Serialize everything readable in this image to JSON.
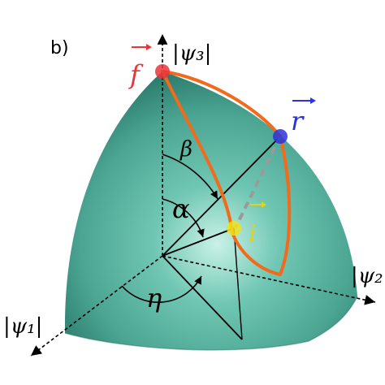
{
  "panel_label": "b)",
  "axes": {
    "psi3": "|ψ₃|",
    "psi2": "|ψ₂|",
    "psi1": "|ψ₁|"
  },
  "points": {
    "f": "f",
    "r": "r",
    "i": "i"
  },
  "angles": {
    "beta": "β",
    "alpha": "α",
    "eta": "η"
  },
  "colors": {
    "surface": "#5fb8a6",
    "surface_dark": "#3f8f80",
    "curve": "#f26a1b",
    "point_f": "#e8353a",
    "point_r": "#2a34d8",
    "point_i": "#f2e21a",
    "label_r": "#2a34d8",
    "label_i": "#e2d21a",
    "label_f": "#e8353a"
  }
}
